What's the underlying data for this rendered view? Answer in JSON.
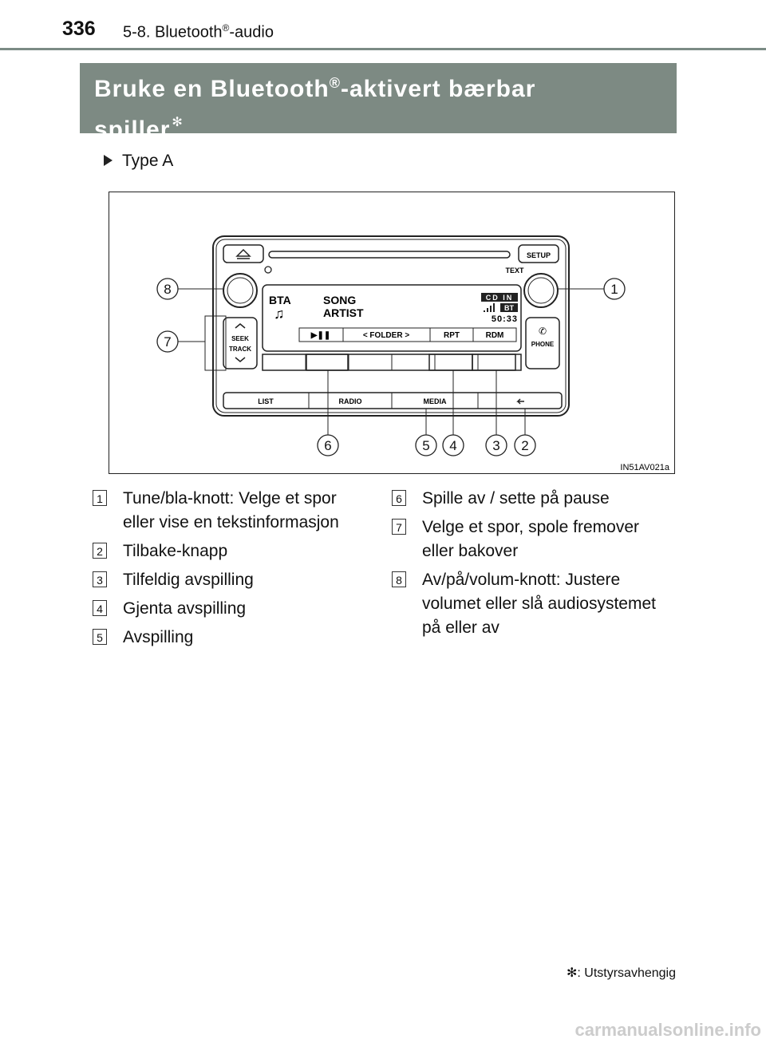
{
  "header": {
    "page_number": "336",
    "section_prefix": "5-8. Bluetooth",
    "section_reg": "®",
    "section_suffix": "-audio"
  },
  "banner": {
    "line1_a": "Bruke en Bluetooth",
    "reg": "®",
    "line1_b": "-aktivert bærbar",
    "line2": "spiller",
    "asterisk": "✻"
  },
  "type_label": "Type A",
  "figure": {
    "code": "IN51AV021a",
    "callouts": [
      "8",
      "1",
      "7",
      "6",
      "5",
      "4",
      "3",
      "2"
    ],
    "buttons": {
      "setup": "SETUP",
      "text": "TEXT",
      "seek": "SEEK",
      "track": "TRACK",
      "phone": "PHONE",
      "list": "LIST",
      "radio": "RADIO",
      "media": "MEDIA"
    },
    "display": {
      "source": "BTA",
      "song": "SONG",
      "artist": "ARTIST",
      "cdin": "CD IN",
      "bt": "BT",
      "time": "50:33",
      "softkeys": [
        "▶❚❚",
        "< FOLDER >",
        "RPT",
        "RDM"
      ]
    }
  },
  "legend_left": [
    {
      "num": "1",
      "text": "Tune/bla-knott: Velge et spor eller vise en tekstinformasjon"
    },
    {
      "num": "2",
      "text": "Tilbake-knapp"
    },
    {
      "num": "3",
      "text": "Tilfeldig avspilling"
    },
    {
      "num": "4",
      "text": "Gjenta avspilling"
    },
    {
      "num": "5",
      "text": "Avspilling"
    }
  ],
  "legend_right": [
    {
      "num": "6",
      "text": "Spille av / sette på pause"
    },
    {
      "num": "7",
      "text": "Velge et spor, spole fremover eller bakover"
    },
    {
      "num": "8",
      "text": "Av/på/volum-knott: Justere volumet eller slå audiosystemet på eller av"
    }
  ],
  "footnote": {
    "mark": "✻",
    "text": ": Utstyrsavhengig"
  },
  "footer": "carmanualsonline.info"
}
